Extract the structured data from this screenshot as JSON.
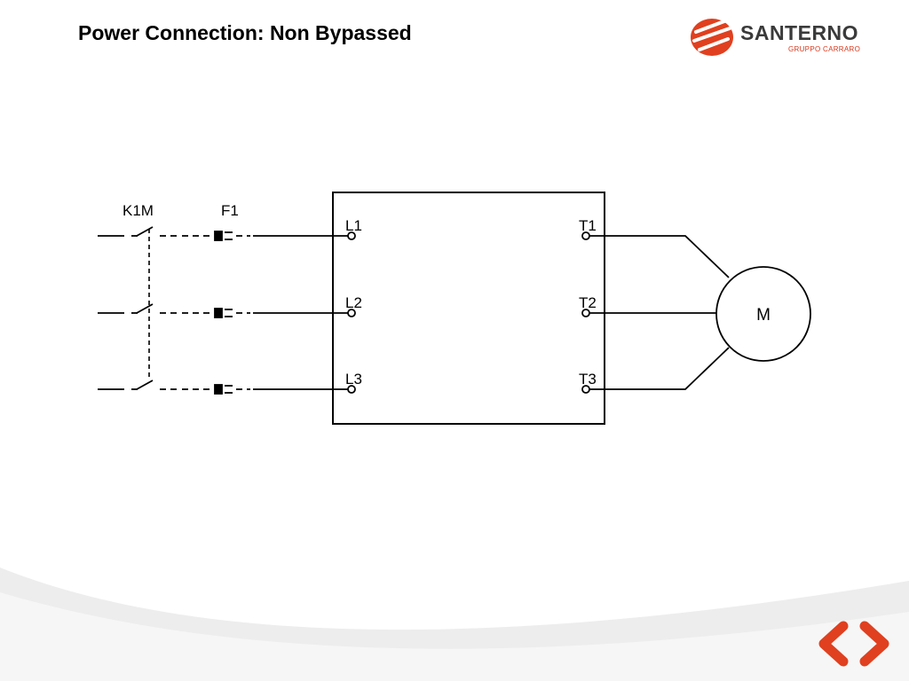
{
  "slide": {
    "title": "Power Connection: Non Bypassed"
  },
  "logo": {
    "name": "SANTERNO",
    "subtitle": "GRUPPO CARRARO",
    "brand_color": "#e0401f",
    "text_color": "#3a3a3a"
  },
  "diagram": {
    "contactor_label": "K1M",
    "fuse_label": "F1",
    "line_terminals": [
      "L1",
      "L2",
      "L3"
    ],
    "output_terminals": [
      "T1",
      "T2",
      "T3"
    ],
    "motor_label": "M",
    "line_color": "#000000"
  },
  "navigation": {
    "prev_icon": "chevron-left-icon",
    "next_icon": "chevron-right-icon",
    "color": "#e0401f"
  }
}
